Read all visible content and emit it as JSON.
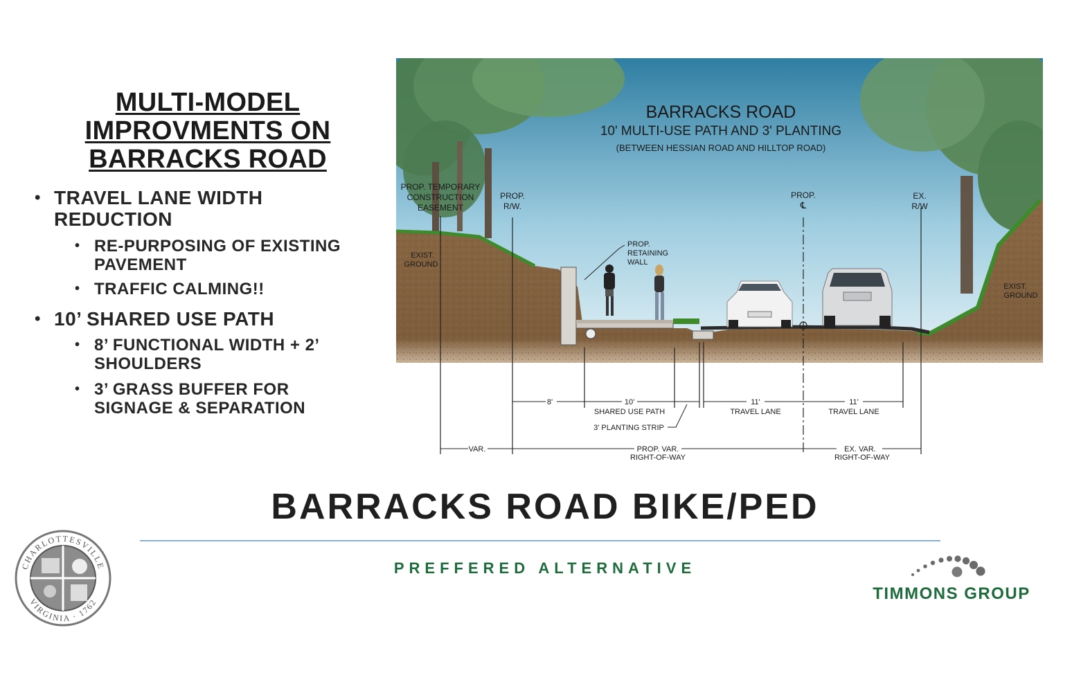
{
  "left_panel": {
    "title_lines": [
      "MULTI-MODEL",
      "IMPROVMENTS ON",
      "BARRACKS ROAD"
    ],
    "bullets": [
      {
        "text_lines": [
          "TRAVEL LANE WIDTH",
          "REDUCTION"
        ],
        "sub": [
          {
            "text_lines": [
              "RE-PURPOSING OF EXISTING",
              "PAVEMENT"
            ]
          },
          {
            "text_lines": [
              "TRAFFIC CALMING!!"
            ]
          }
        ]
      },
      {
        "text_lines": [
          "10’ SHARED USE PATH"
        ],
        "sub": [
          {
            "text_lines": [
              "8’ FUNCTIONAL WIDTH + 2’",
              "SHOULDERS"
            ]
          },
          {
            "text_lines": [
              "3’ GRASS BUFFER FOR",
              "SIGNAGE & SEPARATION"
            ]
          }
        ]
      }
    ]
  },
  "diagram": {
    "title": "BARRACKS ROAD",
    "subtitle": "10' MULTI-USE PATH AND 3' PLANTING",
    "note": "(BETWEEN HESSIAN ROAD AND HILLTOP ROAD)",
    "labels": {
      "temp_easement": [
        "PROP. TEMPORARY",
        "CONSTRUCTION",
        "EASEMENT"
      ],
      "prop_rw": [
        "PROP.",
        "R/W."
      ],
      "prop_cl": [
        "PROP.",
        "℄"
      ],
      "ex_rw": [
        "EX.",
        "R/W"
      ],
      "exist_ground_left": [
        "EXIST.",
        "GROUND"
      ],
      "exist_ground_right": [
        "EXIST.",
        "GROUND"
      ],
      "retaining_wall": [
        "PROP.",
        "RETAINING",
        "WALL"
      ]
    },
    "dimensions": {
      "d8": "8'",
      "d10": "10'",
      "shared_use_path": "SHARED USE PATH",
      "planting_strip": "3' PLANTING STRIP",
      "d11a": "11'",
      "travel_lane_a": "TRAVEL LANE",
      "d11b": "11'",
      "travel_lane_b": "TRAVEL LANE",
      "var": "VAR.",
      "prop_var_row": [
        "PROP. VAR.",
        "RIGHT-OF-WAY"
      ],
      "ex_var_row": [
        "EX. VAR.",
        "RIGHT-OF-WAY"
      ]
    },
    "colors": {
      "sky_top": "#3d86a8",
      "sky_bottom": "#cfe6ef",
      "soil": "#8b6a47",
      "grass": "#3f8a2a",
      "tree": "#4f7f52"
    }
  },
  "footer": {
    "title": "BARRACKS ROAD BIKE/PED",
    "subtitle": "PREFFERED ALTERNATIVE",
    "city_seal_text": "CHARLOTTESVILLE · VIRGINIA · 1762",
    "company_name": "TIMMONS GROUP",
    "colors": {
      "rule": "#8cb0d2",
      "green": "#1e6b3c"
    }
  }
}
